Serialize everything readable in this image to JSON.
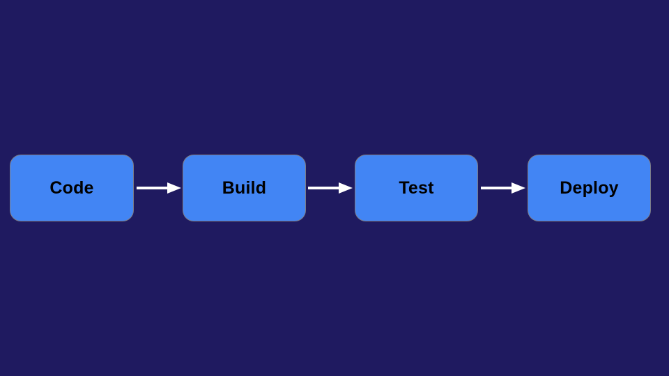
{
  "diagram": {
    "type": "flowchart",
    "direction": "left-to-right",
    "nodes": [
      {
        "id": "code",
        "label": "Code"
      },
      {
        "id": "build",
        "label": "Build"
      },
      {
        "id": "test",
        "label": "Test"
      },
      {
        "id": "deploy",
        "label": "Deploy"
      }
    ],
    "edges": [
      {
        "from": "code",
        "to": "build",
        "style": "arrow"
      },
      {
        "from": "build",
        "to": "test",
        "style": "arrow"
      },
      {
        "from": "test",
        "to": "deploy",
        "style": "arrow"
      }
    ]
  },
  "colors": {
    "background": "#1f1a60",
    "node_fill": "#4285f4",
    "node_border": "#7d7d87",
    "node_text": "#000000",
    "arrow": "#ffffff"
  }
}
